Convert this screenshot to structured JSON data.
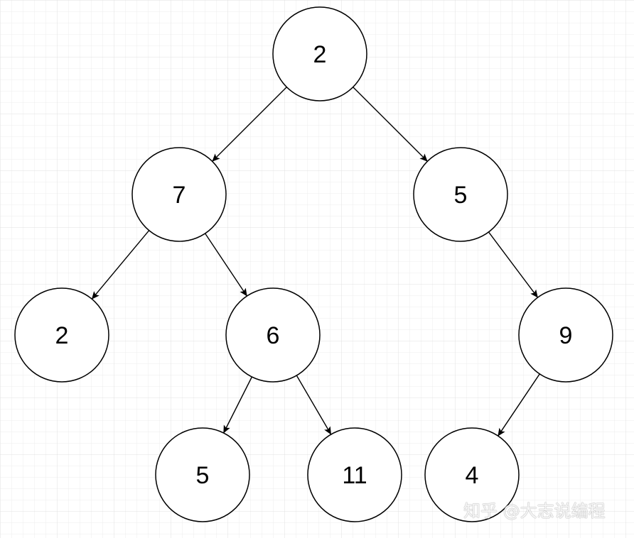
{
  "diagram": {
    "nodes": [
      {
        "id": "root",
        "label": "2"
      },
      {
        "id": "n7",
        "label": "7"
      },
      {
        "id": "n5a",
        "label": "5"
      },
      {
        "id": "n2",
        "label": "2"
      },
      {
        "id": "n6",
        "label": "6"
      },
      {
        "id": "n9",
        "label": "9"
      },
      {
        "id": "n5b",
        "label": "5"
      },
      {
        "id": "n11",
        "label": "11"
      },
      {
        "id": "n4",
        "label": "4"
      }
    ],
    "edges": [
      {
        "from": "root",
        "to": "n7"
      },
      {
        "from": "root",
        "to": "n5a"
      },
      {
        "from": "n7",
        "to": "n2"
      },
      {
        "from": "n7",
        "to": "n6"
      },
      {
        "from": "n5a",
        "to": "n9"
      },
      {
        "from": "n6",
        "to": "n5b"
      },
      {
        "from": "n6",
        "to": "n11"
      },
      {
        "from": "n9",
        "to": "n4"
      }
    ]
  },
  "watermark": "知乎 @大志说编程",
  "colors": {
    "grid": "#e9e9e9",
    "stroke": "#000000",
    "background": "#ffffff"
  }
}
